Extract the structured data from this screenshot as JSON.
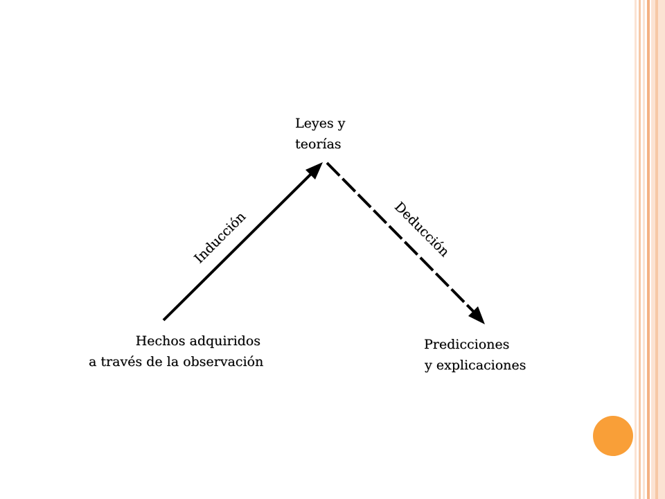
{
  "slide": {
    "colors": {
      "background": "#ffffff",
      "frame_light": "#fbe3d3",
      "frame_mid": "#f7c8a6",
      "frame_accent": "#f4b183",
      "orb": "#f99f38",
      "arrow": "#000000"
    },
    "decoration": {
      "orb_icon": "orange-circle-icon"
    }
  },
  "diagram": {
    "top_node": {
      "line1": "Leyes y",
      "line2": "teorías"
    },
    "left_node": {
      "line1": "Hechos adquiridos",
      "line2": "a través de la observación"
    },
    "right_node": {
      "line1": "Predicciones",
      "line2": "y explicaciones"
    },
    "left_arrow": {
      "label": "Inducción",
      "direction": "up",
      "style": "solid"
    },
    "right_arrow": {
      "label": "Deducción",
      "direction": "down",
      "style": "dashed"
    }
  }
}
